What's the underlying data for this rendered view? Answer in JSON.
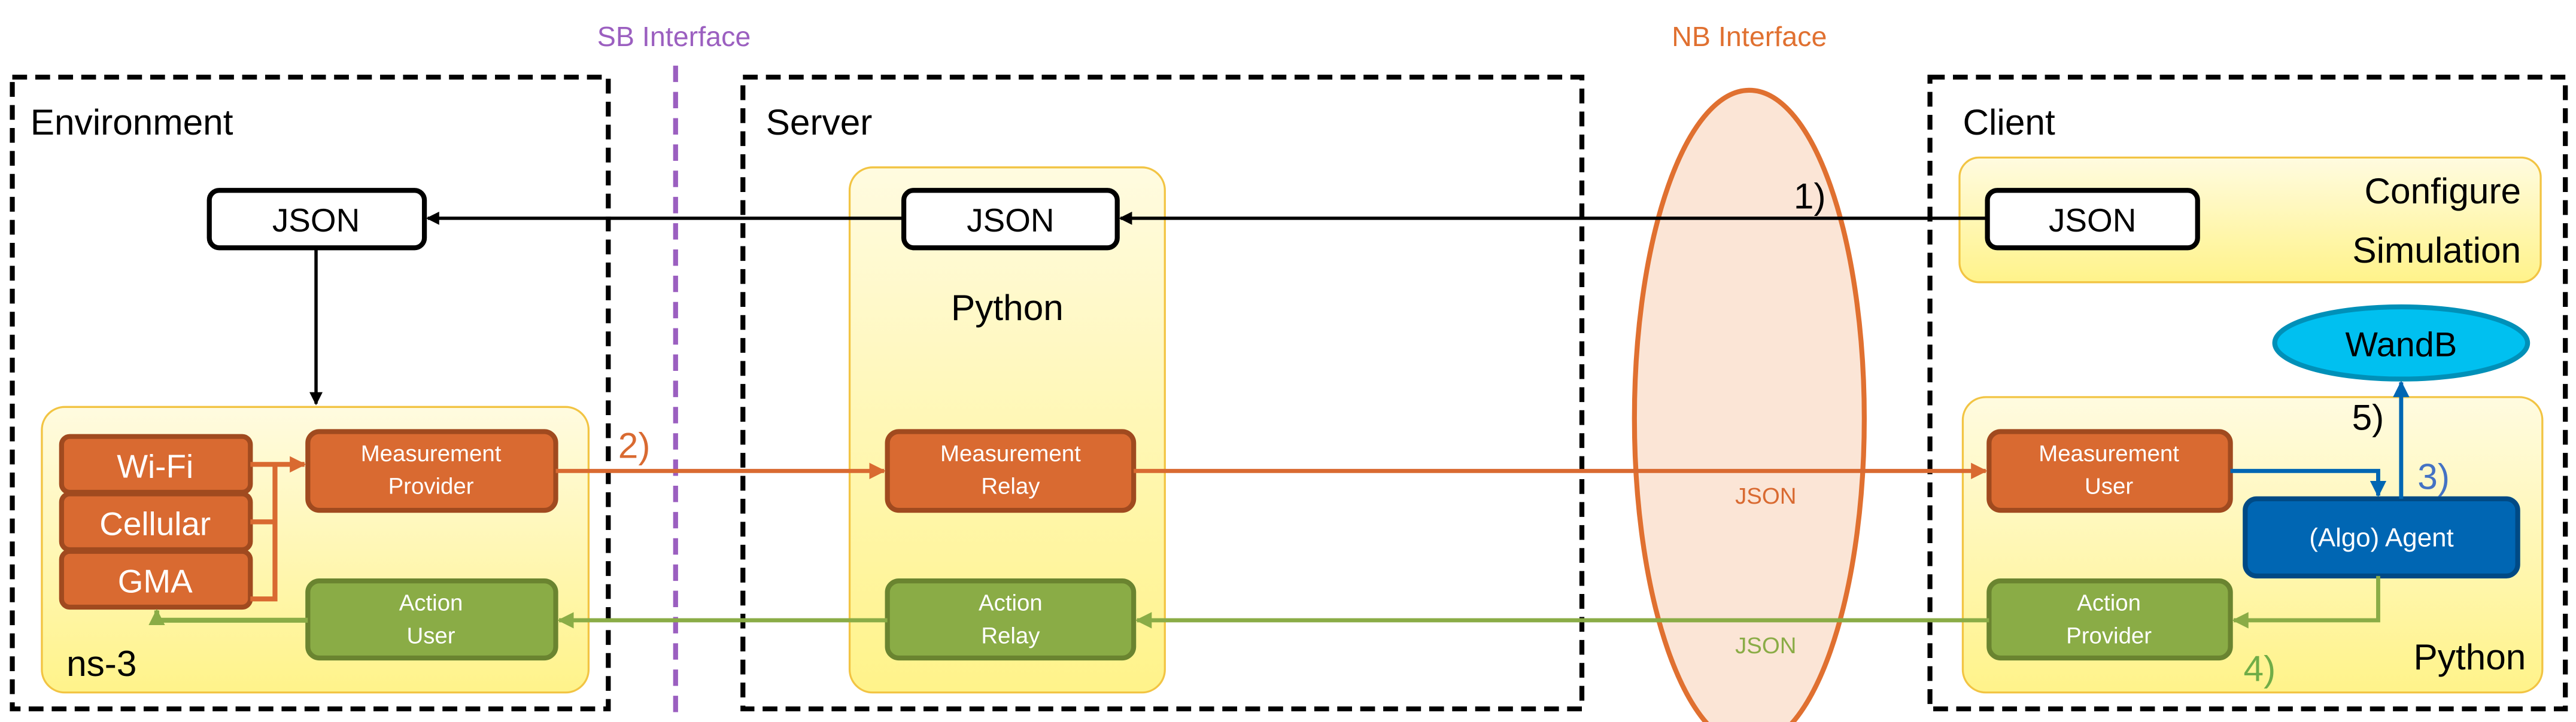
{
  "interfaces": {
    "sb": "SB Interface",
    "nb": "NB Interface"
  },
  "environment": {
    "title": "Environment",
    "json": "JSON",
    "ns3_label": "ns-3",
    "technologies": [
      "Wi-Fi",
      "Cellular",
      "GMA"
    ],
    "measurement_provider": [
      "Measurement",
      "Provider"
    ],
    "action_user": [
      "Action",
      "User"
    ]
  },
  "server": {
    "title": "Server",
    "json": "JSON",
    "python_label": "Python",
    "measurement_relay": [
      "Measurement",
      "Relay"
    ],
    "action_relay": [
      "Action",
      "Relay"
    ]
  },
  "client": {
    "title": "Client",
    "json": "JSON",
    "configure": [
      "Configure",
      "Simulation"
    ],
    "wandb": "WandB",
    "python_label": "Python",
    "measurement_user": [
      "Measurement",
      "User"
    ],
    "agent": "(Algo) Agent",
    "action_provider": [
      "Action",
      "Provider"
    ]
  },
  "steps": {
    "s1": "1)",
    "s2": "2)",
    "s3": "3)",
    "s4": "4)",
    "s5": "5)"
  },
  "link_labels": {
    "measurement": "JSON",
    "action": "JSON"
  },
  "colors": {
    "orange": "#d96a31",
    "green": "#8aac46",
    "blue": "#0066b3",
    "purple": "#9b5fc0",
    "wandb": "#00c0f0"
  }
}
